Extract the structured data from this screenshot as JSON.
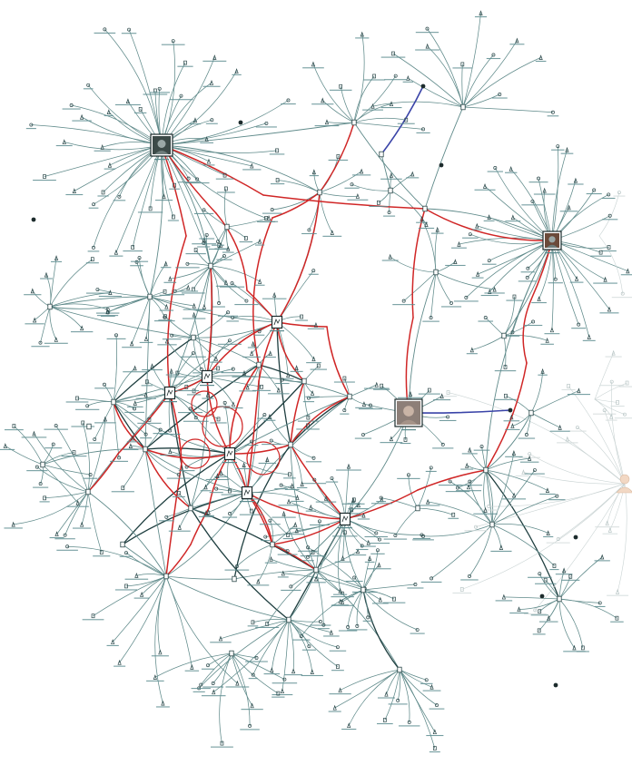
{
  "diagram": {
    "type": "network-graph",
    "node_labels_legible": false,
    "colors": {
      "background": "#ffffff",
      "edge_default": "#5f8a8a",
      "edge_dark": "#1f3f40",
      "edge_highlight": "#d02626",
      "edge_blue": "#3a44a8",
      "edge_faded": "#c9d3d3",
      "node_icon": "#2a4648"
    },
    "hub_nodes": [
      {
        "id": "hub-portrait-top-left",
        "kind": "photo"
      },
      {
        "id": "hub-photo-right",
        "kind": "photo"
      },
      {
        "id": "hub-portrait-center",
        "kind": "photo"
      },
      {
        "id": "hub-person-far-right",
        "kind": "person-avatar"
      },
      {
        "id": "hub-doc-1",
        "kind": "document"
      },
      {
        "id": "hub-doc-2",
        "kind": "document"
      },
      {
        "id": "hub-doc-3",
        "kind": "document"
      },
      {
        "id": "hub-doc-4",
        "kind": "document"
      },
      {
        "id": "hub-doc-5",
        "kind": "document"
      },
      {
        "id": "hub-doc-6",
        "kind": "document"
      }
    ]
  }
}
